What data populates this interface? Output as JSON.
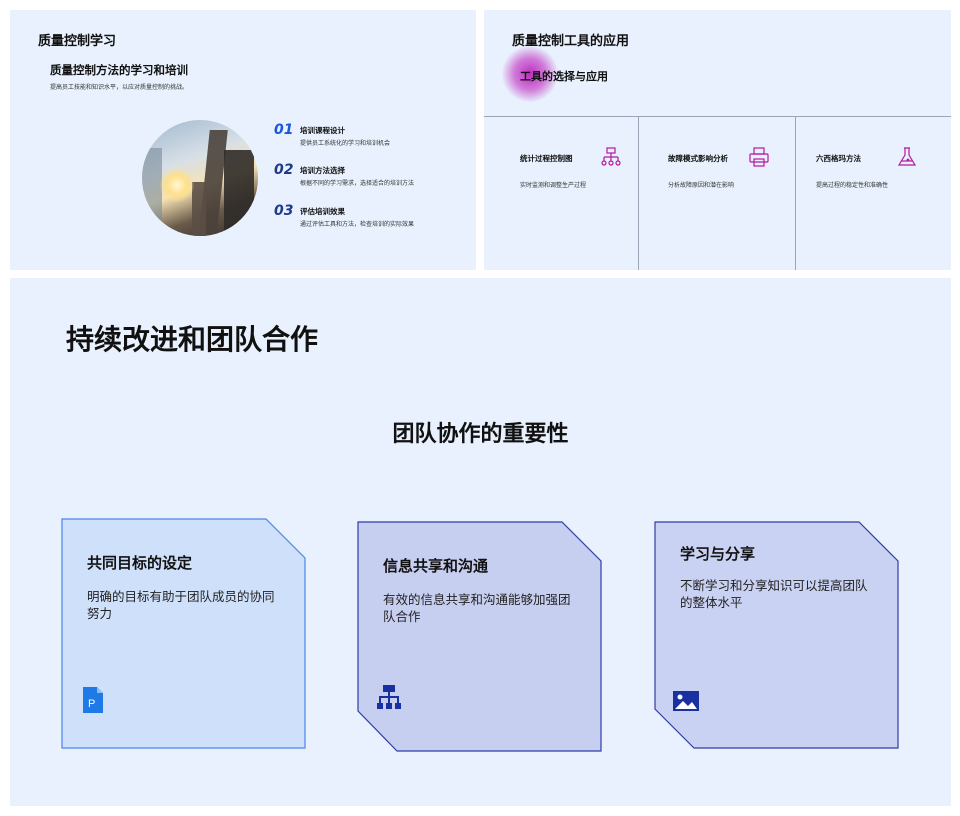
{
  "slide1": {
    "title": "质量控制学习",
    "subtitle": "质量控制方法的学习和培训",
    "description": "提高员工技能和知识水平，以应对质量控制的挑战。",
    "items": [
      {
        "num": "01",
        "title": "培训课程设计",
        "desc": "提供员工系统化的学习和培训机会"
      },
      {
        "num": "02",
        "title": "培训方法选择",
        "desc": "根据不同的学习需求，选择适合的培训方法"
      },
      {
        "num": "03",
        "title": "评估培训效果",
        "desc": "通过评估工具和方法，检查培训的实际效果"
      }
    ]
  },
  "slide2": {
    "title": "质量控制工具的应用",
    "subtitle": "工具的选择与应用",
    "columns": [
      {
        "title": "统计过程控制图",
        "desc": "实时监测和调整生产过程",
        "icon": "hierarchy-icon"
      },
      {
        "title": "故障模式影响分析",
        "desc": "分析故障原因和潜在影响",
        "icon": "printer-icon"
      },
      {
        "title": "六西格玛方法",
        "desc": "提高过程的稳定性和准确性",
        "icon": "flask-icon"
      }
    ],
    "accent": "#b5179e"
  },
  "slide3": {
    "title": "持续改进和团队合作",
    "subtitle": "团队协作的重要性",
    "cards": [
      {
        "title": "共同目标的设定",
        "desc": "明确的目标有助于团队成员的协同努力",
        "icon": "document-p-icon",
        "fill": "#cfe0fb",
        "stroke": "#4a86e8"
      },
      {
        "title": "信息共享和沟通",
        "desc": "有效的信息共享和沟通能够加强团队合作",
        "icon": "hierarchy-icon",
        "fill": "#c7cff0",
        "stroke": "#2e3fa6"
      },
      {
        "title": "学习与分享",
        "desc": "不断学习和分享知识可以提高团队的整体水平",
        "icon": "image-icon",
        "fill": "#c9d2f2",
        "stroke": "#2e3fa6"
      }
    ]
  }
}
